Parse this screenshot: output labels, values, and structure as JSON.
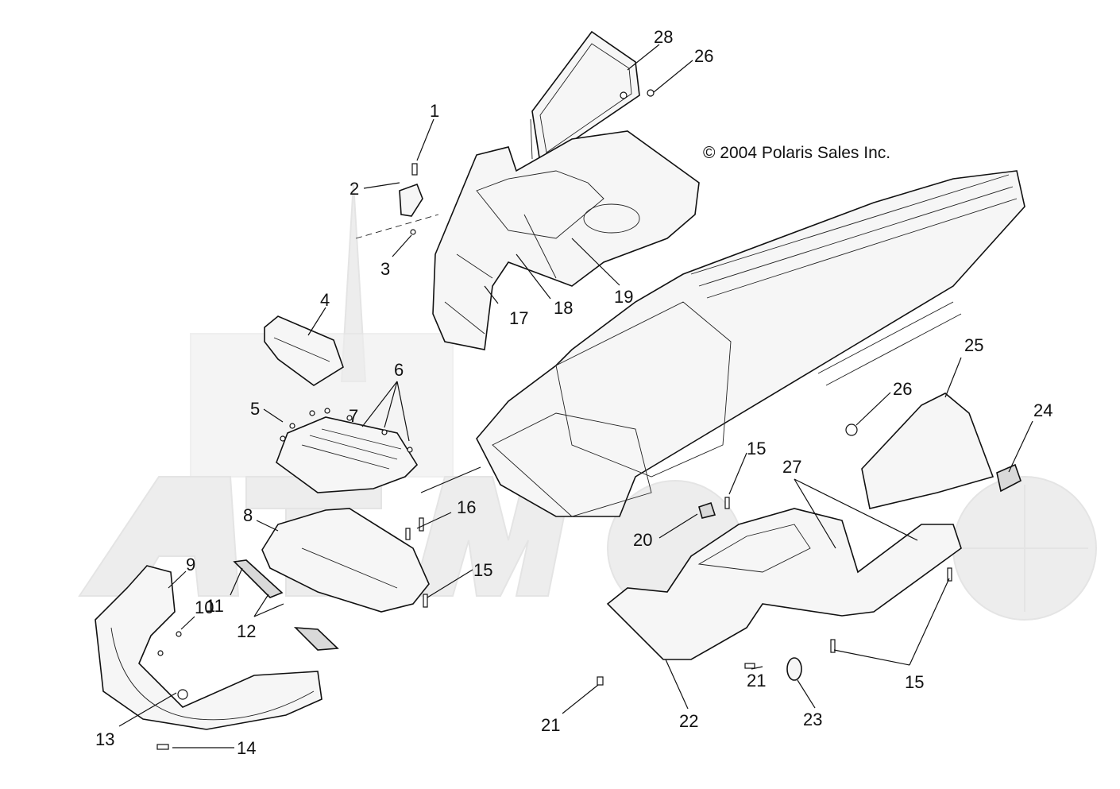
{
  "diagram": {
    "copyright": "© 2004 Polaris Sales Inc.",
    "callouts": [
      "1",
      "2",
      "3",
      "4",
      "5",
      "6",
      "7",
      "8",
      "9",
      "10",
      "11",
      "12",
      "13",
      "14",
      "15",
      "15",
      "15",
      "16",
      "17",
      "18",
      "19",
      "20",
      "21",
      "21",
      "22",
      "23",
      "24",
      "25",
      "26",
      "26",
      "27",
      "28"
    ]
  },
  "colors": {
    "line": "#111111",
    "watermark": "#ececec",
    "background": "#ffffff"
  }
}
